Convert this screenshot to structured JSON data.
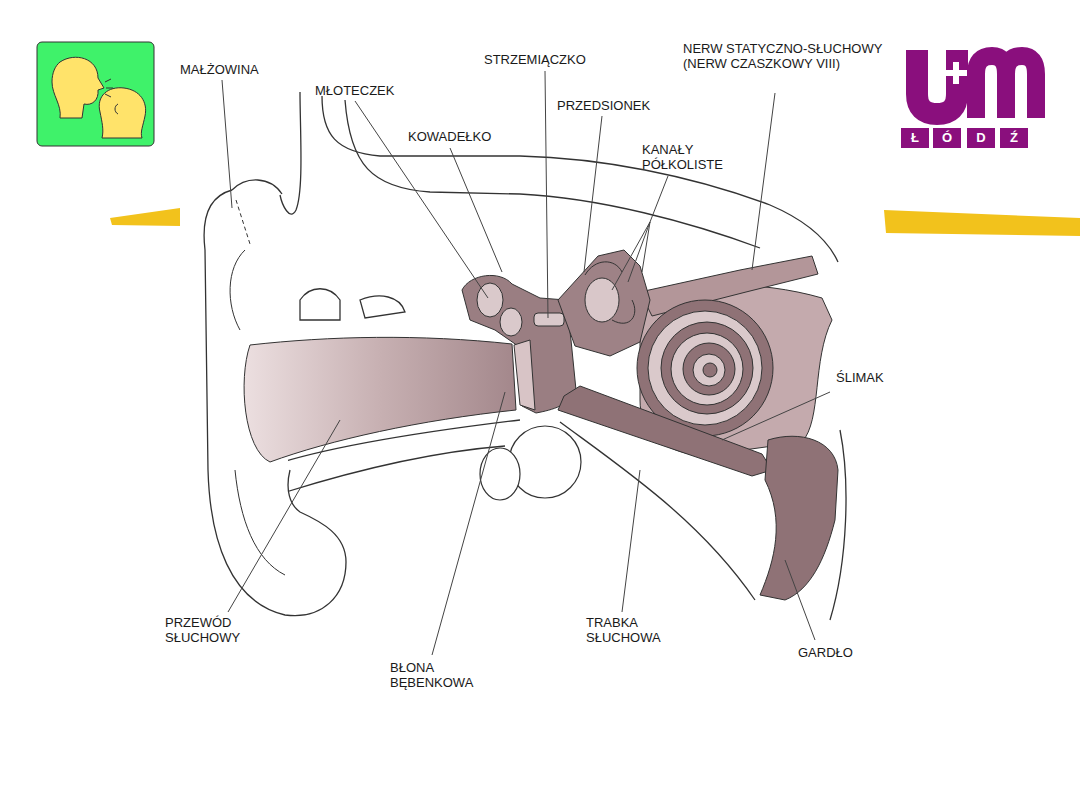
{
  "diagram": {
    "labels": [
      "MAŁŻOWINA",
      "MŁOTECZEK",
      "STRZEMIĄCZKO",
      "NERW STATYCZNO-SŁUCHOWY (NERW CZASZKOWY VIII)",
      "PRZEDSIONEK",
      "KOWADEŁKO",
      "KANAŁY PÓŁKOLISTE",
      "ŚLIMAK",
      "PRZEWÓD SŁUCHOWY",
      "TRABKA SŁUCHOWA",
      "GARDŁO",
      "BŁONA BĘBENKOWA",
      "Ł",
      "Ó",
      "D",
      "Ź"
    ]
  }
}
